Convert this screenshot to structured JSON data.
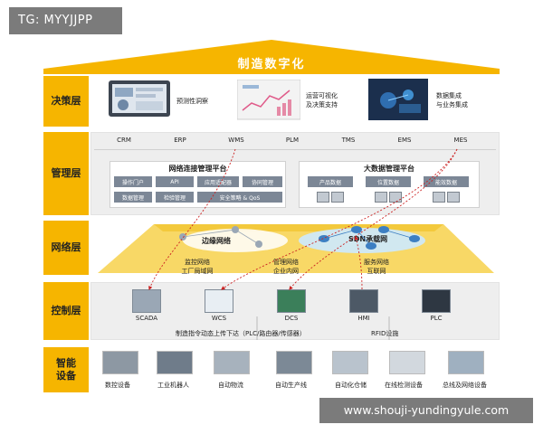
{
  "tag": "TG: MYYJJPP",
  "title": "制造数字化",
  "watermark": "www.shouji-yundingyule.com",
  "layers": {
    "decision": "决策层",
    "management": "管理层",
    "network": "网络层",
    "control": "控制层",
    "device": "智能\n设备"
  },
  "decision": {
    "item1": "预测性洞察",
    "item2_l1": "运营可视化",
    "item2_l2": "及决策支持",
    "item3_l1": "数据集成",
    "item3_l2": "与业务集成"
  },
  "systems": [
    "CRM",
    "ERP",
    "WMS",
    "PLM",
    "TMS",
    "EMS",
    "MES"
  ],
  "platform1": {
    "title": "网络连接管理平台",
    "pills": [
      "操作门户",
      "API",
      "应用适配器",
      "协同管理",
      "数据管理",
      "检验管理",
      "安全策略 & QoS"
    ]
  },
  "platform2": {
    "title": "大数据管理平台",
    "pills": [
      "产品数据",
      "位置数据",
      "能效数据"
    ]
  },
  "network": {
    "edge": "边缘网络",
    "sdn": "SDN承载网",
    "n1_l1": "监控网络",
    "n1_l2": "工厂局域网",
    "n2_l1": "管理网络",
    "n2_l2": "企业内网",
    "n3_l1": "服务网络",
    "n3_l2": "互联网"
  },
  "control": {
    "items": [
      "SCADA",
      "WCS",
      "DCS",
      "HMI",
      "PLC"
    ],
    "note1": "制造指令动态上传下达（PLC/路由器/传感器）",
    "note2": "RFID设施"
  },
  "devices": [
    "数控设备",
    "工业机器人",
    "自动物流",
    "自动生产线",
    "自动化仓储",
    "在线检测设备",
    "总线及网络设备"
  ],
  "colors": {
    "accent": "#f6b500",
    "layer_bg": "#eeeeee",
    "network_fill": "#f8d866",
    "arrow": "#cc2222"
  }
}
